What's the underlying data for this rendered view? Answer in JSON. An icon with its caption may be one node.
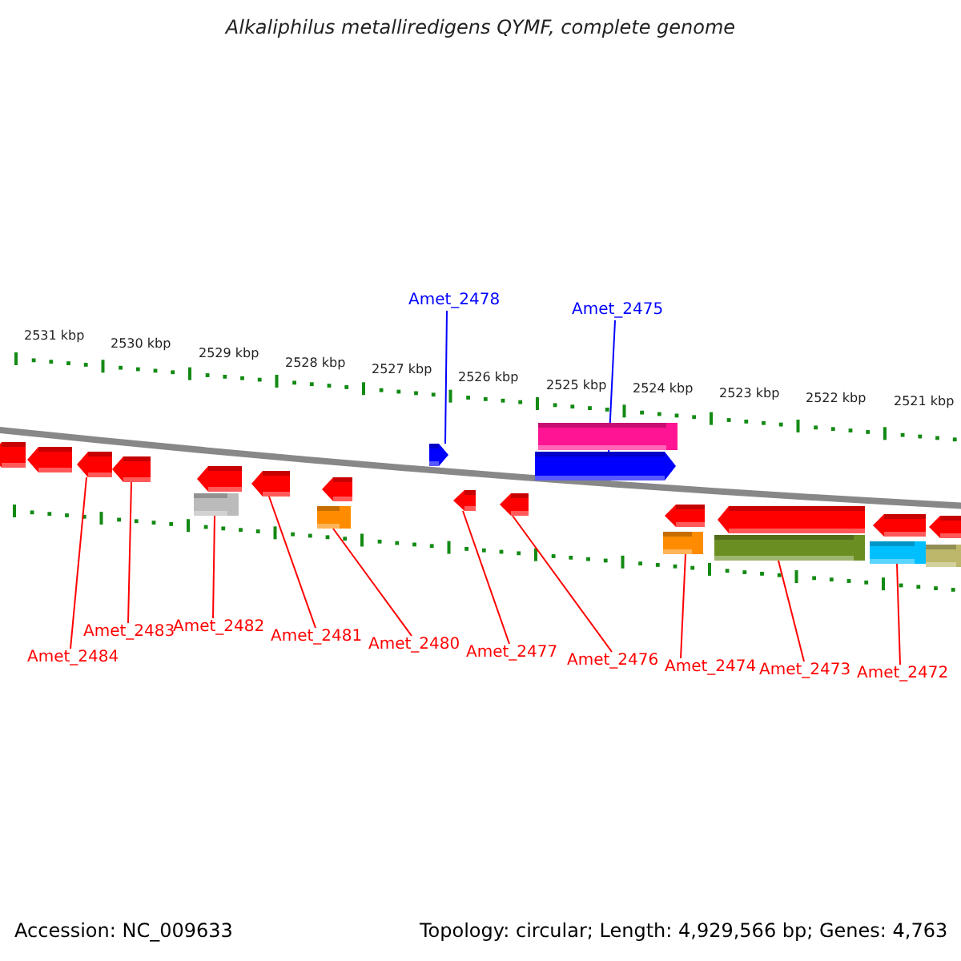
{
  "diagram": {
    "title": "Alkaliphilus metalliredigens QYMF, complete genome",
    "nodes": [
      {
        "text": [
          "Amet_2478"
        ]
      },
      {
        "text": [
          "Amet_2475"
        ]
      },
      {
        "text": [],
        "shape": "bar"
      },
      {
        "text": [],
        "shape": "arrow"
      },
      {
        "text": [],
        "shape": "arrow"
      },
      {
        "text": [],
        "shape": "arrow"
      },
      {
        "text": [],
        "shape": "arrow"
      },
      {
        "text": [],
        "shape": "arrow"
      },
      {
        "text": [],
        "shape": "arrow"
      },
      {
        "text": [],
        "shape": "arrow"
      },
      {
        "text": [],
        "shape": "arrow"
      },
      {
        "text": [],
        "shape": "arrow"
      },
      {
        "text": [],
        "shape": "arrow"
      },
      {
        "text": [],
        "shape": "arrow"
      },
      {
        "text": [],
        "shape": "arrow"
      },
      {
        "text": [],
        "shape": "arrow"
      },
      {
        "text": [],
        "shape": "arrow"
      },
      {
        "text": [],
        "shape": "arrow"
      },
      {
        "text": [],
        "shape": "bar"
      },
      {
        "text": [],
        "shape": "bar"
      },
      {
        "text": [],
        "shape": "bar"
      },
      {
        "text": [],
        "shape": "bar"
      },
      {
        "text": [],
        "shape": "bar"
      },
      {
        "text": [],
        "shape": "bar"
      },
      {
        "text": [
          "Amet_2484"
        ]
      },
      {
        "text": [
          "Amet_2483"
        ]
      },
      {
        "text": [
          "Amet_2482"
        ]
      },
      {
        "text": [
          "Amet_2481"
        ]
      },
      {
        "text": [
          "Amet_2480"
        ]
      },
      {
        "text": [
          "Amet_2477"
        ]
      },
      {
        "text": [
          "Amet_2476"
        ]
      },
      {
        "text": [
          "Amet_2474"
        ]
      },
      {
        "text": [
          "Amet_2473"
        ]
      },
      {
        "text": [
          "Amet_2472"
        ]
      }
    ],
    "edges": [
      {
        "from": 0,
        "to": 4,
        "arrow": "none",
        "color": "#0000ff"
      },
      {
        "from": 1,
        "to": 3,
        "arrow": "none",
        "color": "#0000ff"
      },
      {
        "from": 24,
        "to": 7,
        "arrow": "none"
      },
      {
        "from": 25,
        "to": 8,
        "arrow": "none"
      },
      {
        "from": 26,
        "to": 18,
        "arrow": "none"
      },
      {
        "from": 27,
        "to": 10,
        "arrow": "none"
      },
      {
        "from": 28,
        "to": 19,
        "arrow": "none"
      },
      {
        "from": 29,
        "to": 12,
        "arrow": "none"
      },
      {
        "from": 30,
        "to": 13,
        "arrow": "none"
      },
      {
        "from": 31,
        "to": 20,
        "arrow": "none"
      },
      {
        "from": 32,
        "to": 21,
        "arrow": "none"
      },
      {
        "from": 33,
        "to": 22,
        "arrow": "none"
      }
    ],
    "labels": [
      "2531 kbp",
      "2530 kbp",
      "2529 kbp",
      "2528 kbp",
      "2527 kbp",
      "2526 kbp",
      "2525 kbp",
      "2524 kbp",
      "2523 kbp",
      "2522 kbp",
      "2521 kbp",
      "Accession: NC_009633",
      "Topology: circular; Length: 4,929,566 bp; Genes: 4,763"
    ]
  }
}
